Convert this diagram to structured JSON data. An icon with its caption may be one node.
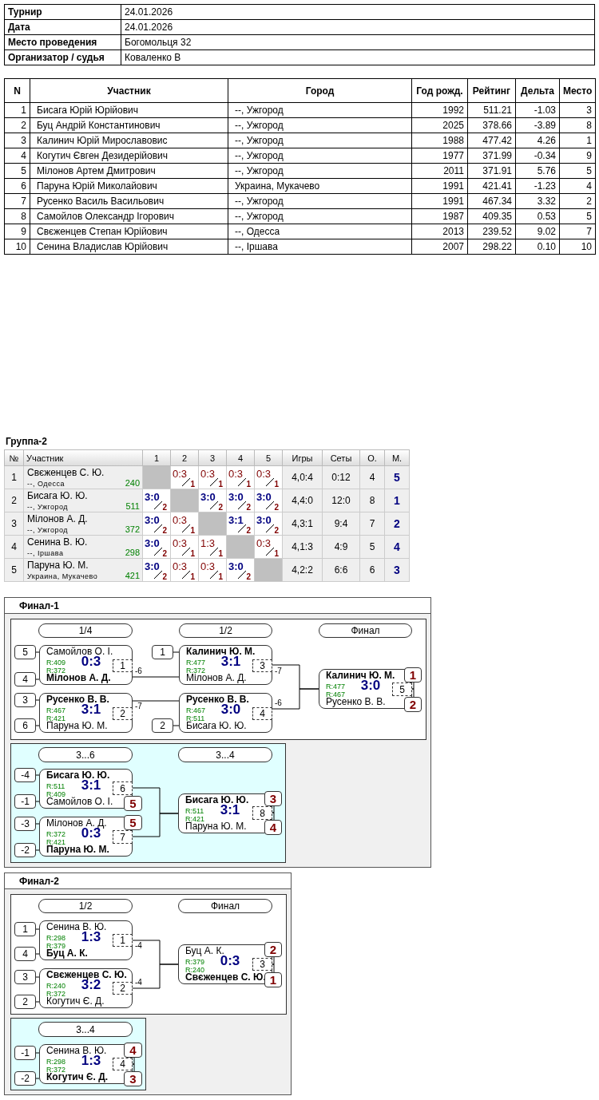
{
  "diagram": {
    "nodes": [
      {
        "text": [
          "Финал-1"
        ]
      },
      {
        "text": [],
        "shape": "box",
        "in": 0
      },
      {
        "text": [
          "1/4"
        ],
        "in": 1
      },
      {
        "text": [
          "1/2"
        ],
        "in": 1
      },
      {
        "text": [
          "Финал"
        ],
        "in": 1
      },
      {
        "text": [
          "5"
        ],
        "in": 1
      },
      {
        "text": [
          "4"
        ],
        "in": 1
      },
      {
        "text": [
          "Самойлов О. І.",
          "R:409",
          "R:372",
          "0:3",
          "Мілонов А. Д."
        ],
        "in": 1
      },
      {
        "text": [
          "1"
        ],
        "in": 7
      },
      {
        "text": [
          "3"
        ],
        "in": 1
      },
      {
        "text": [
          "6"
        ],
        "in": 1
      },
      {
        "text": [
          "Русенко В. В.",
          "R:467",
          "R:421",
          "3:1",
          "Паруна Ю. М."
        ],
        "in": 1
      },
      {
        "text": [
          "2"
        ],
        "in": 11
      },
      {
        "text": [
          "1"
        ],
        "in": 1
      },
      {
        "text": [
          "Калинич Ю. М.",
          "R:477",
          "R:372",
          "3:1",
          "Мілонов А. Д."
        ],
        "in": 1
      },
      {
        "text": [
          "3"
        ],
        "in": 14
      },
      {
        "text": [
          "2"
        ],
        "in": 1
      },
      {
        "text": [
          "Русенко В. В.",
          "R:467",
          "R:511",
          "3:0",
          "Бисага Ю. Ю."
        ],
        "in": 1
      },
      {
        "text": [
          "4"
        ],
        "in": 17
      },
      {
        "text": [
          "Калинич Ю. М.",
          "R:477",
          "R:467",
          "3:0",
          "Русенко В. В."
        ],
        "in": 1
      },
      {
        "text": [
          "5"
        ],
        "in": 19
      },
      {
        "text": [
          "1"
        ],
        "in": 1
      },
      {
        "text": [
          "2"
        ],
        "in": 1
      },
      {
        "text": [],
        "shape": "box",
        "in": 0
      },
      {
        "text": [
          "3...6"
        ],
        "in": 23
      },
      {
        "text": [
          "3...4"
        ],
        "in": 23
      },
      {
        "text": [
          "-4"
        ],
        "in": 23
      },
      {
        "text": [
          "-1"
        ],
        "in": 23
      },
      {
        "text": [
          "Бисага Ю. Ю.",
          "R:511",
          "R:409",
          "3:1",
          "Самойлов О. І."
        ],
        "in": 23
      },
      {
        "text": [
          "6"
        ],
        "in": 28
      },
      {
        "text": [
          "5"
        ],
        "in": 23
      },
      {
        "text": [
          "-3"
        ],
        "in": 23
      },
      {
        "text": [
          "-2"
        ],
        "in": 23
      },
      {
        "text": [
          "Мілонов А. Д.",
          "R:372",
          "R:421",
          "0:3",
          "Паруна Ю. М."
        ],
        "in": 23
      },
      {
        "text": [
          "7"
        ],
        "in": 33
      },
      {
        "text": [
          "5"
        ],
        "in": 23
      },
      {
        "text": [
          "Бисага Ю. Ю.",
          "R:511",
          "R:421",
          "3:1",
          "Паруна Ю. М."
        ],
        "in": 23
      },
      {
        "text": [
          "8"
        ],
        "in": 36
      },
      {
        "text": [
          "3"
        ],
        "in": 23
      },
      {
        "text": [
          "4"
        ],
        "in": 23
      },
      {
        "text": [
          "Финал-2"
        ]
      },
      {
        "text": [],
        "shape": "box",
        "in": 40
      },
      {
        "text": [
          "1/2"
        ],
        "in": 41
      },
      {
        "text": [
          "Финал"
        ],
        "in": 41
      },
      {
        "text": [
          "1"
        ],
        "in": 41
      },
      {
        "text": [
          "4"
        ],
        "in": 41
      },
      {
        "text": [
          "Сенина В. Ю.",
          "R:298",
          "R:379",
          "1:3",
          "Буц А. К."
        ],
        "in": 41
      },
      {
        "text": [
          "1"
        ],
        "in": 46
      },
      {
        "text": [
          "3"
        ],
        "in": 41
      },
      {
        "text": [
          "2"
        ],
        "in": 41
      },
      {
        "text": [
          "Свєженцев С. Ю.",
          "R:240",
          "R:372",
          "3:2",
          "Когутич Є. Д."
        ],
        "in": 41
      },
      {
        "text": [
          "2"
        ],
        "in": 50
      },
      {
        "text": [
          "Буц А. К.",
          "R:379",
          "R:240",
          "0:3",
          "Свєженцев С. Ю."
        ],
        "in": 41
      },
      {
        "text": [
          "3"
        ],
        "in": 52
      },
      {
        "text": [
          "2"
        ],
        "in": 41
      },
      {
        "text": [
          "1"
        ],
        "in": 41
      },
      {
        "text": [],
        "shape": "box",
        "in": 40
      },
      {
        "text": [
          "3...4"
        ],
        "in": 56
      },
      {
        "text": [
          "-1"
        ],
        "in": 56
      },
      {
        "text": [
          "-2"
        ],
        "in": 56
      },
      {
        "text": [
          "Сенина В. Ю.",
          "R:298",
          "R:372",
          "1:3",
          "Когутич Є. Д."
        ],
        "in": 56
      },
      {
        "text": [
          "4"
        ],
        "in": 60
      },
      {
        "text": [
          "4"
        ],
        "in": 56
      },
      {
        "text": [
          "3"
        ],
        "in": 56
      }
    ],
    "edges": [
      {
        "from": 5,
        "to": 7,
        "arrow": "none"
      },
      {
        "from": 6,
        "to": 7,
        "arrow": "none"
      },
      {
        "from": 9,
        "to": 11,
        "arrow": "none"
      },
      {
        "from": 10,
        "to": 11,
        "arrow": "none"
      },
      {
        "from": 13,
        "to": 14,
        "arrow": "none"
      },
      {
        "from": 16,
        "to": 17,
        "arrow": "none"
      },
      {
        "from": 7,
        "to": 14,
        "arrow": "none",
        "label": "-6"
      },
      {
        "from": 11,
        "to": 17,
        "arrow": "none",
        "label": "-7"
      },
      {
        "from": 14,
        "to": 19,
        "arrow": "none",
        "label": "-7"
      },
      {
        "from": 17,
        "to": 19,
        "arrow": "none",
        "label": "-6"
      },
      {
        "from": 20,
        "to": 21,
        "arrow": "none"
      },
      {
        "from": 20,
        "to": 22,
        "arrow": "none"
      },
      {
        "from": 26,
        "to": 28,
        "arrow": "none"
      },
      {
        "from": 27,
        "to": 28,
        "arrow": "none"
      },
      {
        "from": 31,
        "to": 33,
        "arrow": "none"
      },
      {
        "from": 32,
        "to": 33,
        "arrow": "none"
      },
      {
        "from": 28,
        "to": 36,
        "arrow": "none"
      },
      {
        "from": 33,
        "to": 36,
        "arrow": "none"
      },
      {
        "from": 37,
        "to": 38,
        "arrow": "none"
      },
      {
        "from": 37,
        "to": 39,
        "arrow": "none"
      },
      {
        "from": 44,
        "to": 46,
        "arrow": "none"
      },
      {
        "from": 45,
        "to": 46,
        "arrow": "none"
      },
      {
        "from": 48,
        "to": 50,
        "arrow": "none"
      },
      {
        "from": 49,
        "to": 50,
        "arrow": "none"
      },
      {
        "from": 46,
        "to": 52,
        "arrow": "none",
        "label": "-4"
      },
      {
        "from": 50,
        "to": 52,
        "arrow": "none",
        "label": "-4"
      },
      {
        "from": 53,
        "to": 54,
        "arrow": "none"
      },
      {
        "from": 53,
        "to": 55,
        "arrow": "none"
      },
      {
        "from": 58,
        "to": 60,
        "arrow": "none"
      },
      {
        "from": 59,
        "to": 60,
        "arrow": "none"
      },
      {
        "from": 61,
        "to": 62,
        "arrow": "none"
      },
      {
        "from": 61,
        "to": 63,
        "arrow": "none"
      }
    ],
    "labels": [
      "Турнир",
      "24.01.2026",
      "Дата",
      "24.01.2026",
      "Место проведения",
      "Богомольця 32",
      "Организатор / судья",
      "Коваленко В",
      "N",
      "Участник",
      "Город",
      "Год рожд.",
      "Рейтинг",
      "Дельта",
      "Место",
      "1",
      "Бисага Юрій Юрійович",
      "--, Ужгород",
      "1992",
      "511.21",
      "-1.03",
      "3",
      "2",
      "Буц Андрій Константинович",
      "--, Ужгород",
      "2025",
      "378.66",
      "-3.89",
      "8",
      "3",
      "Калинич Юрій Мирославовис",
      "--, Ужгород",
      "1988",
      "477.42",
      "4.26",
      "1",
      "4",
      "Когутич Євген Дезидерійович",
      "--, Ужгород",
      "1977",
      "371.99",
      "-0.34",
      "9",
      "5",
      "Мілонов Артем Дмитрович",
      "--, Ужгород",
      "2011",
      "371.91",
      "5.76",
      "5",
      "6",
      "Паруна Юрій Миколайович",
      "Украина, Мукачево",
      "1991",
      "421.41",
      "-1.23",
      "4",
      "7",
      "Русенко Василь Васильович",
      "--, Ужгород",
      "1991",
      "467.34",
      "3.32",
      "2",
      "8",
      "Самойлов Олександр Ігорович",
      "--, Ужгород",
      "1987",
      "409.35",
      "0.53",
      "5",
      "9",
      "Свєженцев Степан Юрійович",
      "--, Одесса",
      "2013",
      "239.52",
      "9.02",
      "7",
      "10",
      "Сенина Владислав Юрійович",
      "--, Іршава",
      "2007",
      "298.22",
      "0.10",
      "10",
      "Группа-2",
      "№",
      "Участник",
      "1",
      "2",
      "3",
      "4",
      "5",
      "Игры",
      "Сеты",
      "О.",
      "М.",
      "1",
      "Свєженцев С. Ю.",
      "--, Одесса",
      "240",
      "0:3",
      "1",
      "0:3",
      "1",
      "0:3",
      "1",
      "0:3",
      "1",
      "4,0:4",
      "0:12",
      "4",
      "5",
      "2",
      "Бисага Ю. Ю.",
      "--, Ужгород",
      "511",
      "3:0",
      "2",
      "3:0",
      "2",
      "3:0",
      "2",
      "3:0",
      "2",
      "4,4:0",
      "12:0",
      "8",
      "1",
      "3",
      "Мілонов А. Д.",
      "--, Ужгород",
      "372",
      "3:0",
      "2",
      "0:3",
      "1",
      "3:1",
      "2",
      "3:0",
      "2",
      "4,3:1",
      "9:4",
      "7",
      "2",
      "4",
      "Сенина В. Ю.",
      "--, Іршава",
      "298",
      "3:0",
      "2",
      "0:3",
      "1",
      "1:3",
      "1",
      "0:3",
      "1",
      "4,1:3",
      "4:9",
      "5",
      "4",
      "5",
      "Паруна Ю. М.",
      "Украина, Мукачево",
      "421",
      "3:0",
      "2",
      "0:3",
      "1",
      "0:3",
      "1",
      "3:0",
      "2",
      "4,2:2",
      "6:6",
      "6",
      "3"
    ]
  }
}
